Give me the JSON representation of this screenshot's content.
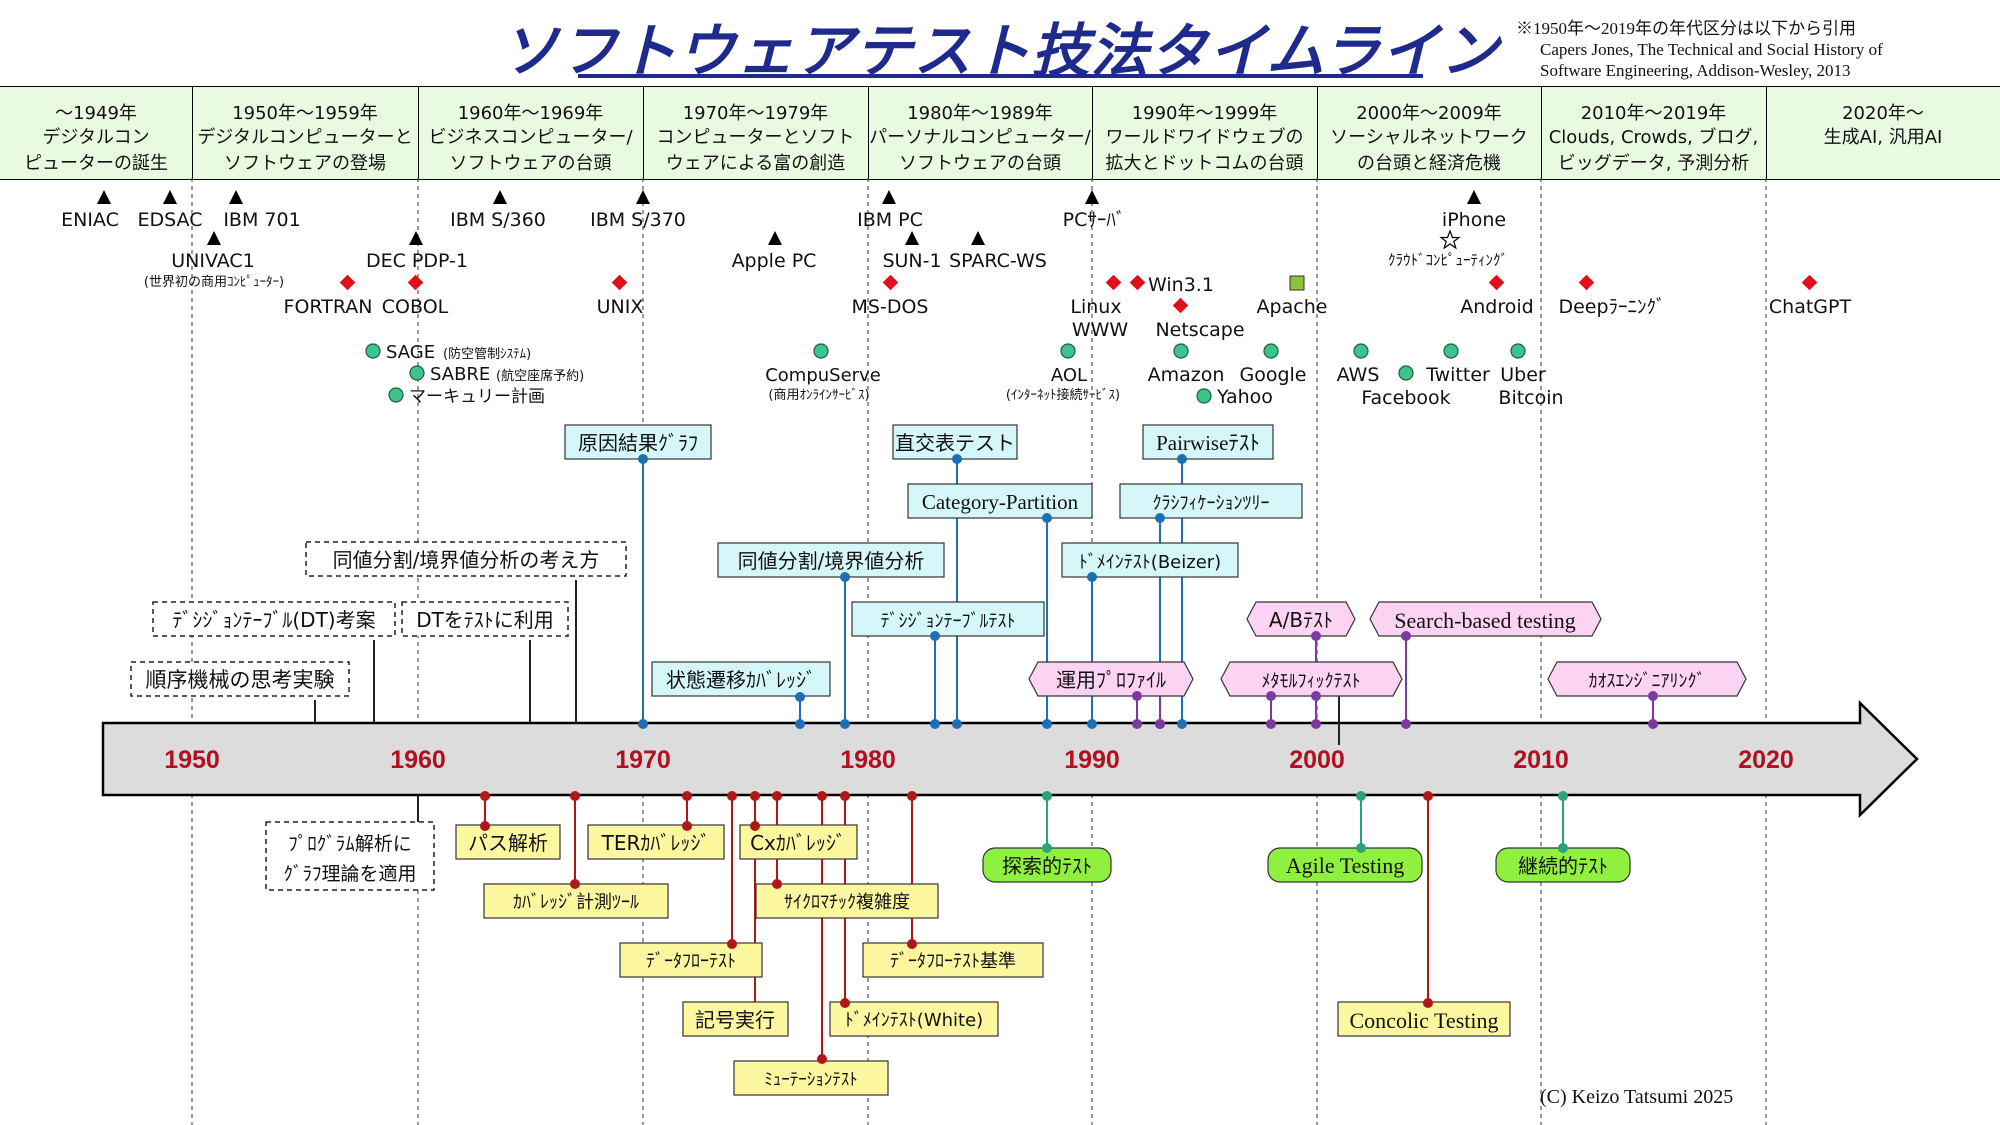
{
  "title": "ソフトウェアテスト技法タイムライン",
  "citation": [
    "※1950年～2019年の年代区分は以下から引用",
    "Capers Jones, The Technical and Social History of",
    "Software Engineering, Addison-Wesley, 2013"
  ],
  "copyright": "(C) Keizo Tatsumi 2025",
  "eras": [
    {
      "year": "～1949年",
      "lines": [
        "デジタルコン",
        "ピューターの誕生"
      ]
    },
    {
      "year": "1950年～1959年",
      "lines": [
        "デジタルコンピューターと",
        "ソフトウェアの登場"
      ]
    },
    {
      "year": "1960年～1969年",
      "lines": [
        "ビジネスコンピューター/",
        "ソフトウェアの台頭"
      ]
    },
    {
      "year": "1970年～1979年",
      "lines": [
        "コンピューターとソフト",
        "ウェアによる富の創造"
      ]
    },
    {
      "year": "1980年～1989年",
      "lines": [
        "パーソナルコンピューター/",
        "ソフトウェアの台頭"
      ]
    },
    {
      "year": "1990年～1999年",
      "lines": [
        "ワールドワイドウェブの",
        "拡大とドットコムの台頭"
      ]
    },
    {
      "year": "2000年～2009年",
      "lines": [
        "ソーシャルネットワーク",
        "の台頭と経済危機"
      ]
    },
    {
      "year": "2010年～2019年",
      "lines": [
        "Clouds, Crowds, ブログ,",
        "ビッグデータ, 予測分析"
      ]
    },
    {
      "year": "2020年～",
      "lines": [
        "生成AI, 汎用AI",
        ""
      ]
    }
  ],
  "decades": [
    "1950",
    "1960",
    "1970",
    "1980",
    "1990",
    "2000",
    "2010",
    "2020"
  ],
  "colors": {
    "title": "#1f2b8c",
    "era_bg": "#e8fbe0",
    "axis_fill": "#dcdcdc",
    "decade_label": "#b01020",
    "hardware": "#000000",
    "language": "#e0101a",
    "service": "#3cc48c",
    "apache": "#8bc43a",
    "blue_line": "#1f6fb4",
    "blue_box": "#d6f7fa",
    "purple_line": "#7b3aa0",
    "pink_box": "#fcd3f2",
    "teal_line": "#2aa37a",
    "green_box": "#8ff040",
    "red_line": "#b01818",
    "yellow_box": "#fdf7a0"
  },
  "milestones": {
    "hardware": [
      "ENIAC",
      "EDSAC",
      "IBM 701",
      "UNIVAC1",
      "DEC PDP-1",
      "IBM S/360",
      "IBM S/370",
      "Apple PC",
      "IBM PC",
      "SUN-1",
      "SPARC-WS",
      "PCｻｰﾊﾞ",
      "iPhone"
    ],
    "hardware_notes": [
      "(世界初の商用ｺﾝﾋﾟｭｰﾀｰ)"
    ],
    "languages": [
      "FORTRAN",
      "COBOL",
      "UNIX",
      "MS-DOS",
      "Linux",
      "WWW",
      "Win3.1",
      "Netscape",
      "Android",
      "Deepﾗｰﾆﾝｸﾞ",
      "ChatGPT"
    ],
    "apache": "Apache",
    "cloud": "ｸﾗｳﾄﾞｺﾝﾋﾟｭｰﾃｨﾝｸﾞ",
    "services": [
      "SAGE",
      "SABRE",
      "マーキュリー計画",
      "CompuServe",
      "AOL",
      "Amazon",
      "Google",
      "Yahoo",
      "AWS",
      "Facebook",
      "Twitter",
      "Uber",
      "Bitcoin"
    ],
    "service_notes": [
      "(防空管制ｼｽﾃﾑ)",
      "(航空座席予約)",
      "(商用ｵﾝﾗｲﾝｻｰﾋﾞｽ)",
      "(ｲﾝﾀｰﾈｯﾄ接続ｻｰﾋﾞｽ)"
    ]
  },
  "techniques": {
    "concepts": [
      "順序機械の思考実験",
      "ﾃﾞｼｼﾞｮﾝﾃｰﾌﾞﾙ(DT)考案",
      "DTをﾃｽﾄに利用",
      "同値分割/境界値分析の考え方",
      "ﾌﾟﾛｸﾞﾗﾑ解析に",
      "ｸﾞﾗﾌ理論を適用"
    ],
    "blackbox": [
      "原因結果ｸﾞﾗﾌ",
      "状態遷移ｶﾊﾞﾚｯｼﾞ",
      "同値分割/境界値分析",
      "直交表テスト",
      "Category-Partition",
      "ﾃﾞｼｼﾞｮﾝﾃｰﾌﾞﾙﾃｽﾄ",
      "Pairwiseﾃｽﾄ",
      "ｸﾗｼﾌｨｹｰｼｮﾝﾂﾘｰ",
      "ﾄﾞﾒｲﾝﾃｽﾄ(Beizer)"
    ],
    "usage": [
      "運用ﾌﾟﾛﾌｧｲﾙ",
      "A/Bﾃｽﾄ",
      "ﾒﾀﾓﾙﾌｨｯｸﾃｽﾄ",
      "Search-based testing",
      "ｶｵｽｴﾝｼﾞﾆｱﾘﾝｸﾞ"
    ],
    "process": [
      "探索的ﾃｽﾄ",
      "Agile Testing",
      "継続的ﾃｽﾄ"
    ],
    "whitebox": [
      "パス解析",
      "TERｶﾊﾞﾚｯｼﾞ",
      "Cxｶﾊﾞﾚｯｼﾞ",
      "ｶﾊﾞﾚｯｼﾞ計測ﾂｰﾙ",
      "ｻｲｸﾛﾏﾁｯｸ複雑度",
      "ﾃﾞｰﾀﾌﾛｰﾃｽﾄ",
      "ﾃﾞｰﾀﾌﾛｰﾃｽﾄ基準",
      "記号実行",
      "ﾄﾞﾒｲﾝﾃｽﾄ(White)",
      "ﾐｭｰﾃｰｼｮﾝﾃｽﾄ",
      "Concolic Testing"
    ]
  }
}
